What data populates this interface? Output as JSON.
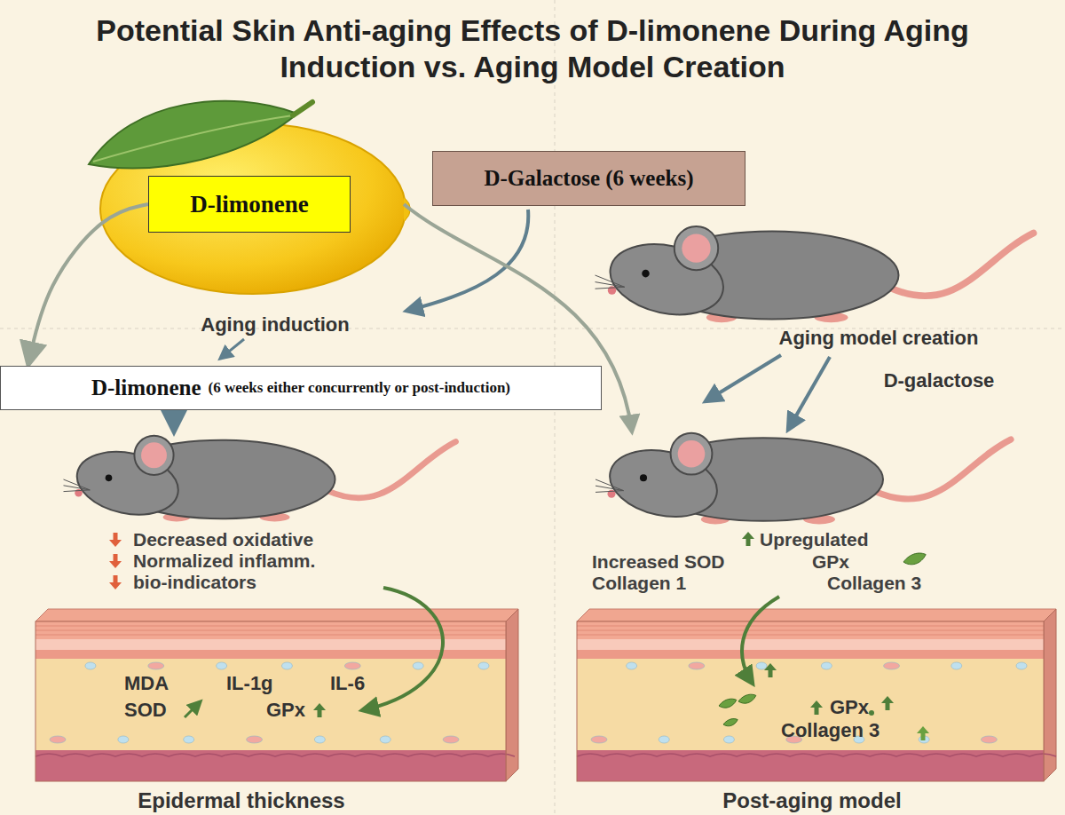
{
  "diagram": {
    "title": "Potential Skin Anti-aging Effects of D-limonene During Aging Induction vs. Aging Model Creation",
    "nodes": [
      {
        "text": [
          "D-limonene"
        ]
      },
      {
        "text": [
          "D-Galactose (6 weeks)"
        ]
      },
      {
        "text": [
          "D-limonene",
          "(6 weeks either concurrently or post-induction)"
        ]
      }
    ],
    "edges": [
      {
        "from": 0,
        "to": 2,
        "arrow": "to"
      }
    ],
    "labels": [
      "Aging induction",
      "Aging model creation",
      "D-galactose",
      "Decreased oxidative",
      "Normalized inflamm.",
      "bio-indicators",
      "Upregulated",
      "Increased SOD",
      "GPx",
      "Collagen 1",
      "Collagen 3",
      "MDA",
      "IL-1g",
      "IL-6",
      "SOD",
      "GPx",
      "GPx",
      "Collagen 3",
      "Epidermal thickness",
      "Post-aging model"
    ]
  }
}
